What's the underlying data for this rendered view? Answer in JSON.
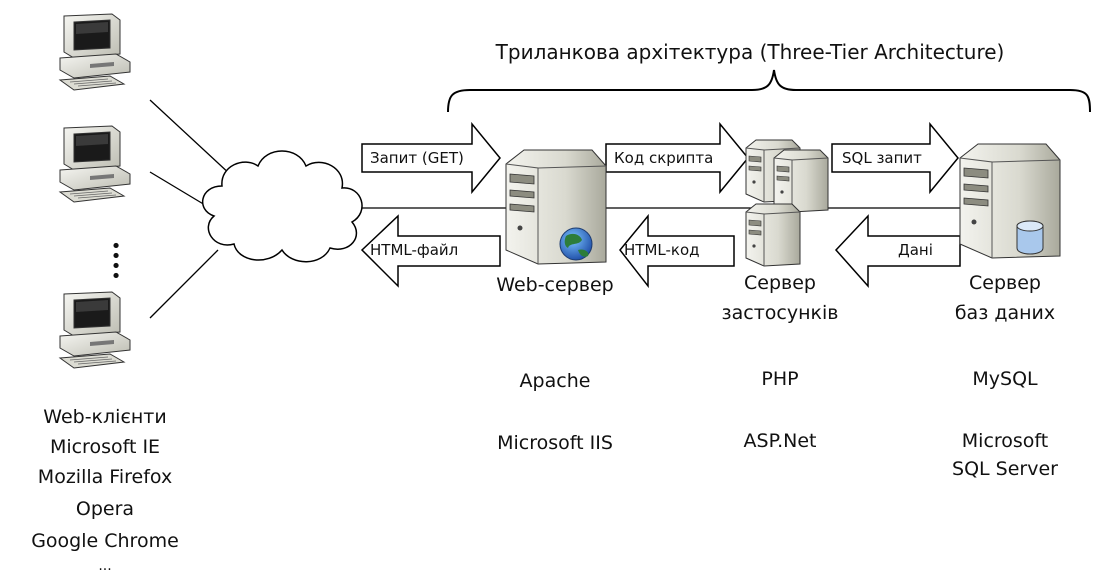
{
  "title": "Трилaнкова архітектура (Three-Tier Architecture)",
  "arrows": {
    "request": "Запит (GET)",
    "html_file": "HTML-файл",
    "script_code": "Код скрипта",
    "html_code": "HTML-код",
    "sql_query": "SQL запит",
    "data": "Дані"
  },
  "web_server": {
    "label": "Web-сервер"
  },
  "app_server": {
    "label_line1": "Сервер",
    "label_line2": "застосунків"
  },
  "db_server": {
    "label_line1": "Сервер",
    "label_line2": "баз даних"
  },
  "web_server_examples": [
    "Apache",
    "Microsoft IIS"
  ],
  "app_server_examples": [
    "PHP",
    "ASP.Net"
  ],
  "db_server_examples": [
    "MySQL",
    "Microsoft",
    "SQL Server"
  ],
  "clients": {
    "heading": "Web-клієнти",
    "items": [
      "Microsoft IE",
      "Mozilla Firefox",
      "Opera",
      "Google Chrome"
    ],
    "ellipsis": "..."
  },
  "icons": {
    "client": "desktop-computer-icon",
    "network": "cloud-icon",
    "web_server": "server-globe-icon",
    "app_server": "server-cluster-icon",
    "db_server": "server-database-icon"
  },
  "colors": {
    "arrow_fill": "#ffffff",
    "stroke": "#000000",
    "tower": "#d8d8cc",
    "globe": "#2d7d3a",
    "disk": "#a9c8ec"
  }
}
